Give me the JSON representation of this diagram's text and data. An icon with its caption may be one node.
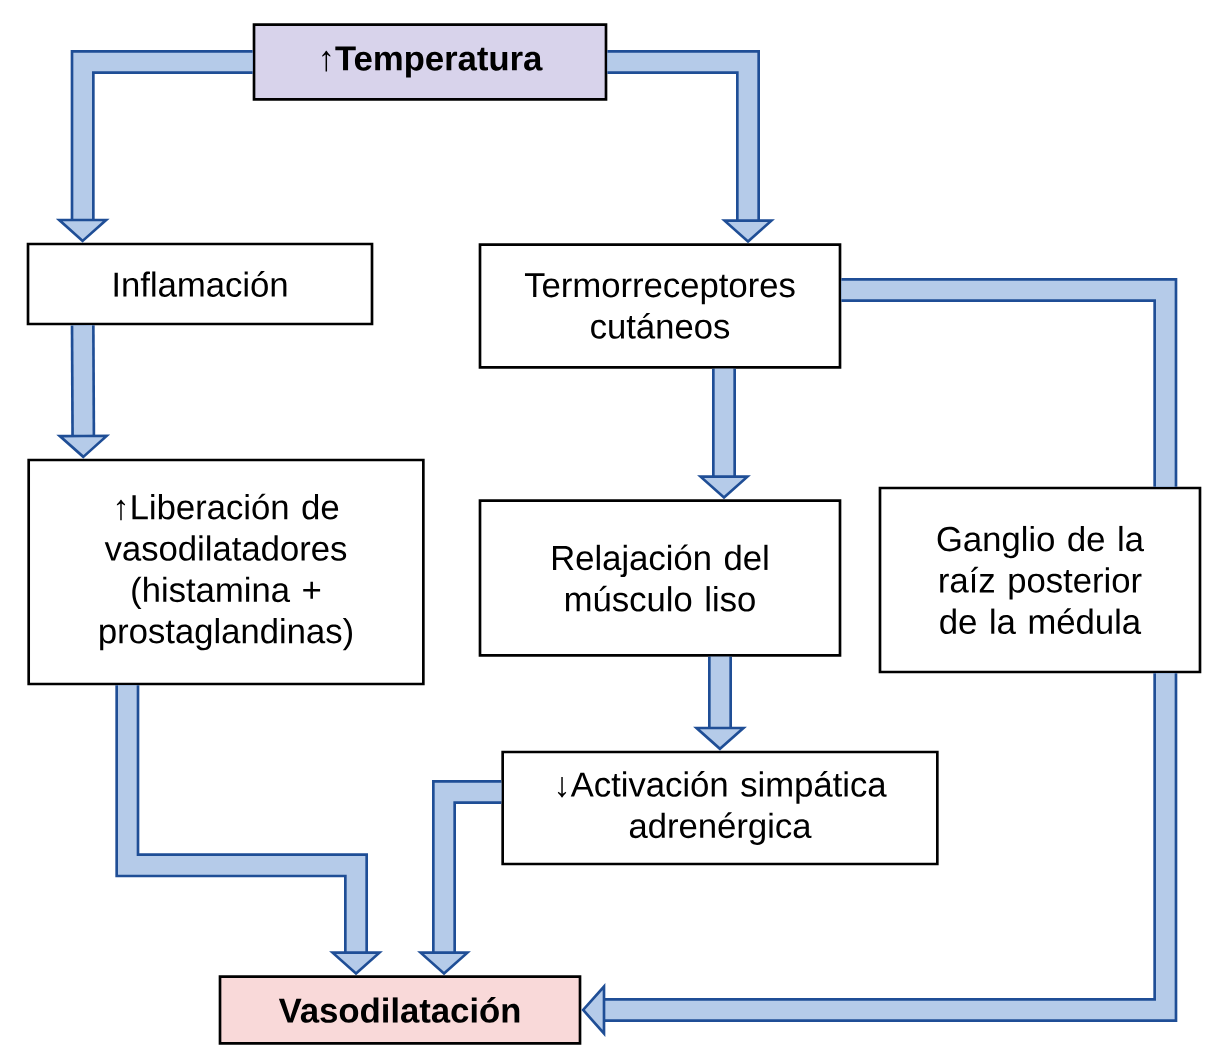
{
  "diagram": {
    "nodes": [
      {
        "text": [
          "↑Temperatura"
        ]
      },
      {
        "text": [
          "Inflamación"
        ]
      },
      {
        "text": [
          "Termorreceptores cutáneos"
        ]
      },
      {
        "text": [
          "↑Liberación de vasodilatadores (histamina + prostaglandinas)"
        ]
      },
      {
        "text": [
          "Relajación del músculo liso"
        ]
      },
      {
        "text": [
          "Ganglio de la raíz posterior de la médula"
        ]
      },
      {
        "text": [
          "↓Activación simpática adrenérgica"
        ]
      },
      {
        "text": [
          "Vasodilatación"
        ]
      }
    ],
    "edges": [
      {
        "from": 0,
        "to": 1,
        "arrow": "to"
      },
      {
        "from": 0,
        "to": 2,
        "arrow": "to"
      },
      {
        "from": 1,
        "to": 3,
        "arrow": "to"
      },
      {
        "from": 2,
        "to": 4,
        "arrow": "to"
      },
      {
        "from": 2,
        "to": 5,
        "arrow": "none"
      },
      {
        "from": 4,
        "to": 6,
        "arrow": "to"
      },
      {
        "from": 3,
        "to": 7,
        "arrow": "to"
      },
      {
        "from": 6,
        "to": 7,
        "arrow": "to"
      },
      {
        "from": 5,
        "to": 7,
        "arrow": "to"
      }
    ]
  }
}
